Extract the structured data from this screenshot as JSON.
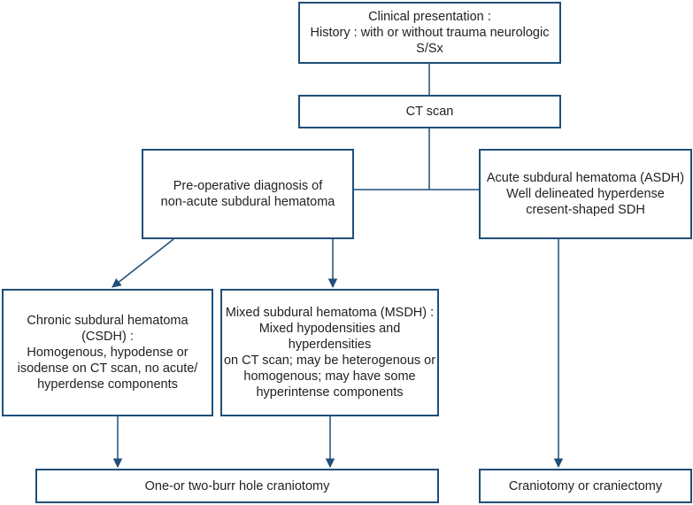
{
  "flowchart": {
    "nodes": [
      {
        "id": "clinical-presentation",
        "lines": [
          "Clinical presentation :",
          "History : with or without trauma neurologic",
          "S/Sx"
        ]
      },
      {
        "id": "ct-scan",
        "lines": [
          "CT scan"
        ]
      },
      {
        "id": "preop-diagnosis",
        "lines": [
          "Pre-operative diagnosis of",
          "non-acute subdural hematoma"
        ]
      },
      {
        "id": "asdh",
        "lines": [
          "Acute subdural hematoma (ASDH)",
          "Well delineated hyperdense",
          "cresent-shaped SDH"
        ]
      },
      {
        "id": "csdh",
        "lines": [
          "Chronic subdural hematoma",
          "(CSDH) :",
          "Homogenous, hypodense or",
          "isodense on CT scan, no acute/",
          "hyperdense components"
        ]
      },
      {
        "id": "msdh",
        "lines": [
          "Mixed subdural hematoma (MSDH) :",
          "Mixed hypodensities and hyperdensities",
          "on CT scan; may be heterogenous or",
          "homogenous; may have some",
          "hyperintense components"
        ]
      },
      {
        "id": "burr-hole",
        "lines": [
          "One-or two-burr hole craniotomy"
        ]
      },
      {
        "id": "craniotomy",
        "lines": [
          "Craniotomy or craniectomy"
        ]
      }
    ],
    "edges": [
      {
        "from": "clinical-presentation",
        "to": "ct-scan",
        "arrow": false
      },
      {
        "from": "ct-scan",
        "to": "preop-diagnosis",
        "arrow": false
      },
      {
        "from": "ct-scan",
        "to": "asdh",
        "arrow": false
      },
      {
        "from": "preop-diagnosis",
        "to": "csdh",
        "arrow": true
      },
      {
        "from": "preop-diagnosis",
        "to": "msdh",
        "arrow": true
      },
      {
        "from": "csdh",
        "to": "burr-hole",
        "arrow": true
      },
      {
        "from": "msdh",
        "to": "burr-hole",
        "arrow": true
      },
      {
        "from": "asdh",
        "to": "craniotomy",
        "arrow": true
      }
    ],
    "colors": {
      "border": "#1f4e79",
      "connector": "#1f4e79",
      "text": "#222222"
    }
  }
}
